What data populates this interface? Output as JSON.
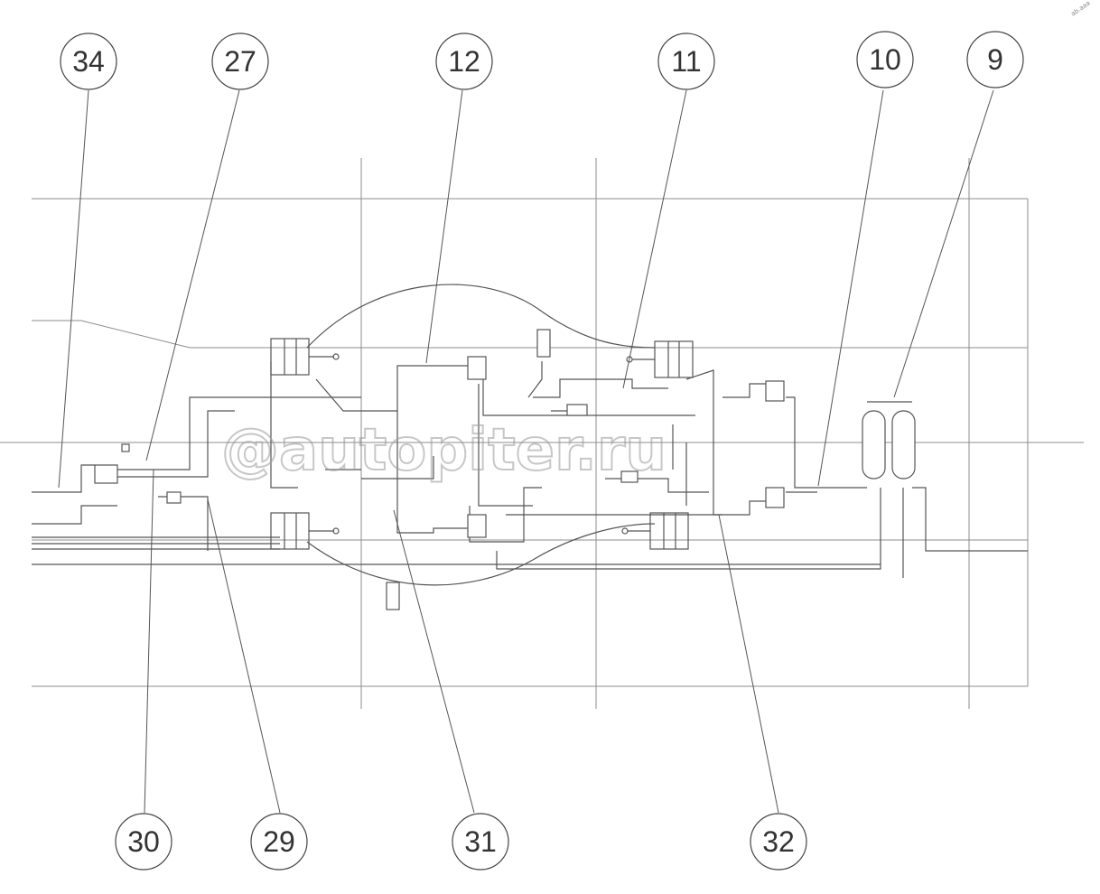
{
  "callouts": [
    {
      "id": "c34",
      "label": "34"
    },
    {
      "id": "c27",
      "label": "27"
    },
    {
      "id": "c12",
      "label": "12"
    },
    {
      "id": "c11",
      "label": "11"
    },
    {
      "id": "c10",
      "label": "10"
    },
    {
      "id": "c9",
      "label": "9"
    },
    {
      "id": "c30",
      "label": "30"
    },
    {
      "id": "c29",
      "label": "29"
    },
    {
      "id": "c31",
      "label": "31"
    },
    {
      "id": "c32",
      "label": "32"
    }
  ],
  "watermark": {
    "text": "@autopiter.ru"
  },
  "corner_mark": {
    "text": "ab.aaa"
  },
  "colors": {
    "line": "#555555",
    "grid": "#8c8c8c",
    "circle": "#444444"
  }
}
